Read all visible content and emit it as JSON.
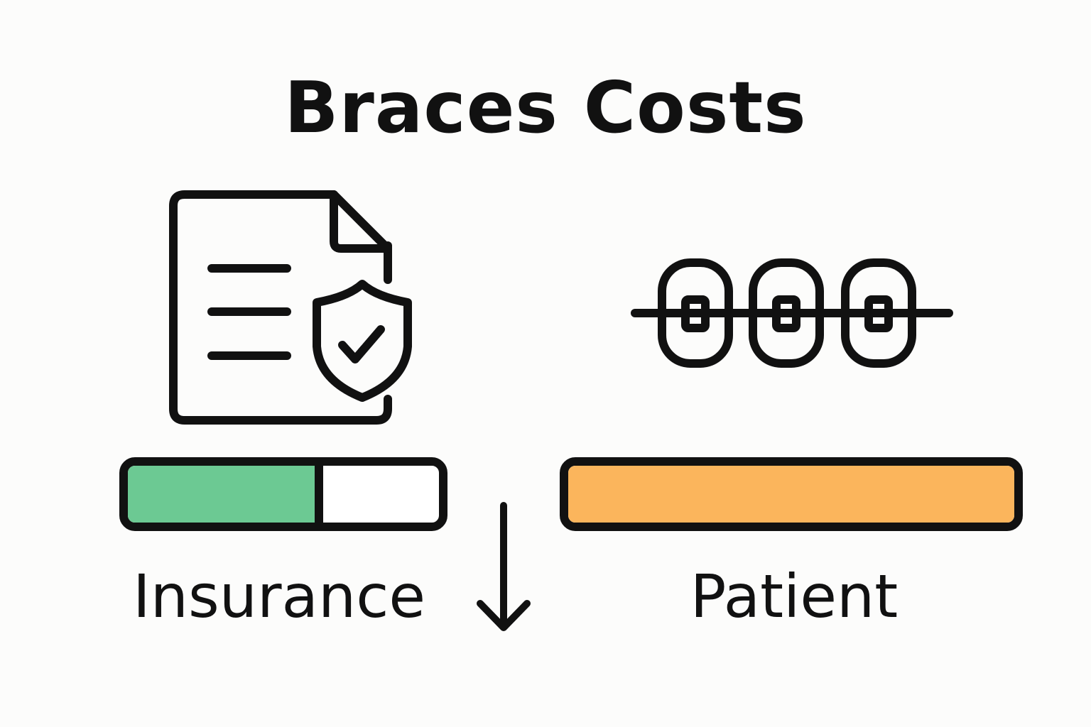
{
  "title": "Braces Costs",
  "insurance": {
    "label": "Insurance",
    "coverage_fraction": 0.6,
    "fill_color": "#6cc993",
    "icon": "insurance-document-shield-icon"
  },
  "patient": {
    "label": "Patient",
    "coverage_fraction": 1.0,
    "fill_color": "#fbb55c",
    "icon": "braces-icon"
  },
  "arrow_icon": "arrow-down-icon",
  "colors": {
    "stroke": "#111111",
    "background": "#fcfcfb"
  }
}
